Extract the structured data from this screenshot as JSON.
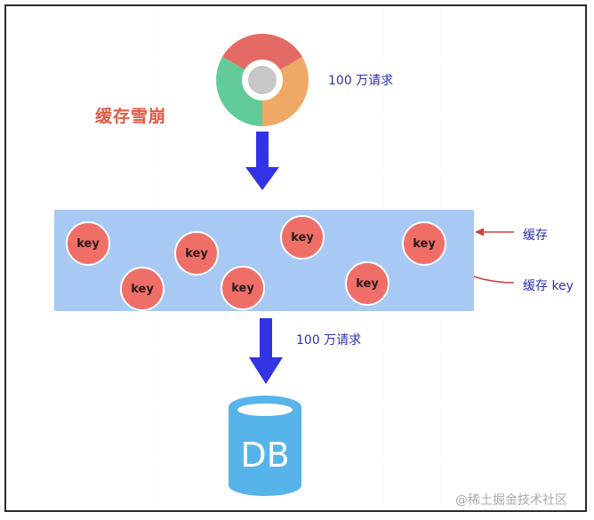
{
  "diagram": {
    "title": "缓存雪崩",
    "requests_top": "100 万请求",
    "requests_bottom": "100 万请求",
    "cache_label": "缓存",
    "cache_key_label": "缓存 key",
    "keys": [
      "key",
      "key",
      "key",
      "key",
      "key",
      "key",
      "key"
    ],
    "database_label": "DB",
    "watermark": "@稀土掘金技术社区"
  },
  "colors": {
    "title_red": "#e05a45",
    "label_blue": "#2d2fb5",
    "arrow_blue": "#3333e6",
    "cache_fill": "#a8c9f4",
    "key_fill": "#ef6f68",
    "db_fill": "#56b4ea",
    "pointer_red": "#d33b3b"
  },
  "icons": {
    "browser": "chrome-browser-icon",
    "database": "database-cylinder-icon"
  }
}
